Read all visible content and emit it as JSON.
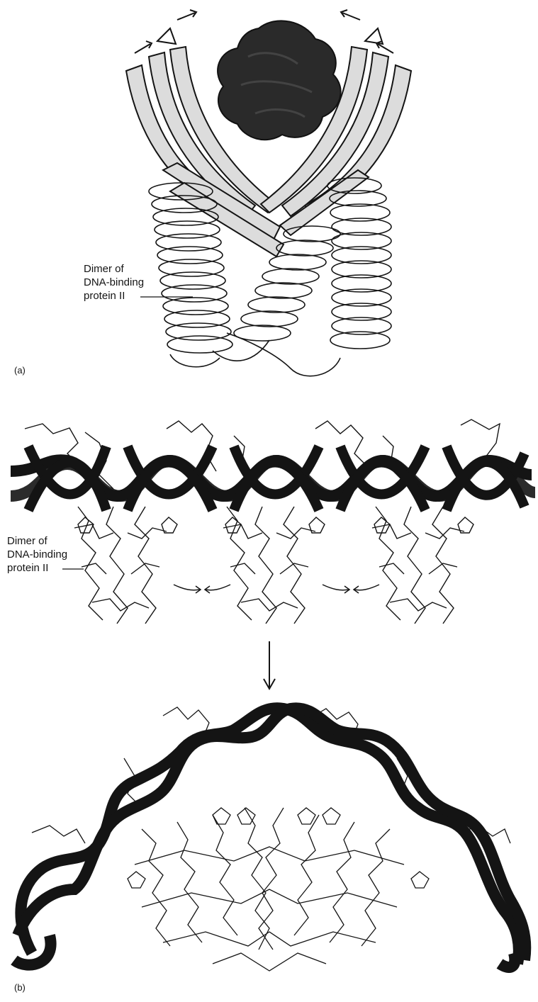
{
  "panel_a": {
    "tag": "(a)",
    "label_lines": [
      "Dimer of",
      "DNA-binding",
      "protein II"
    ]
  },
  "panel_b": {
    "tag": "(b)",
    "label_lines": [
      "Dimer of",
      "DNA-binding",
      "protein II"
    ]
  },
  "colors": {
    "ink": "#141414",
    "ribbon_fill": "#dcdcdc",
    "core_fill": "#2a2a2a",
    "background": "#ffffff"
  }
}
